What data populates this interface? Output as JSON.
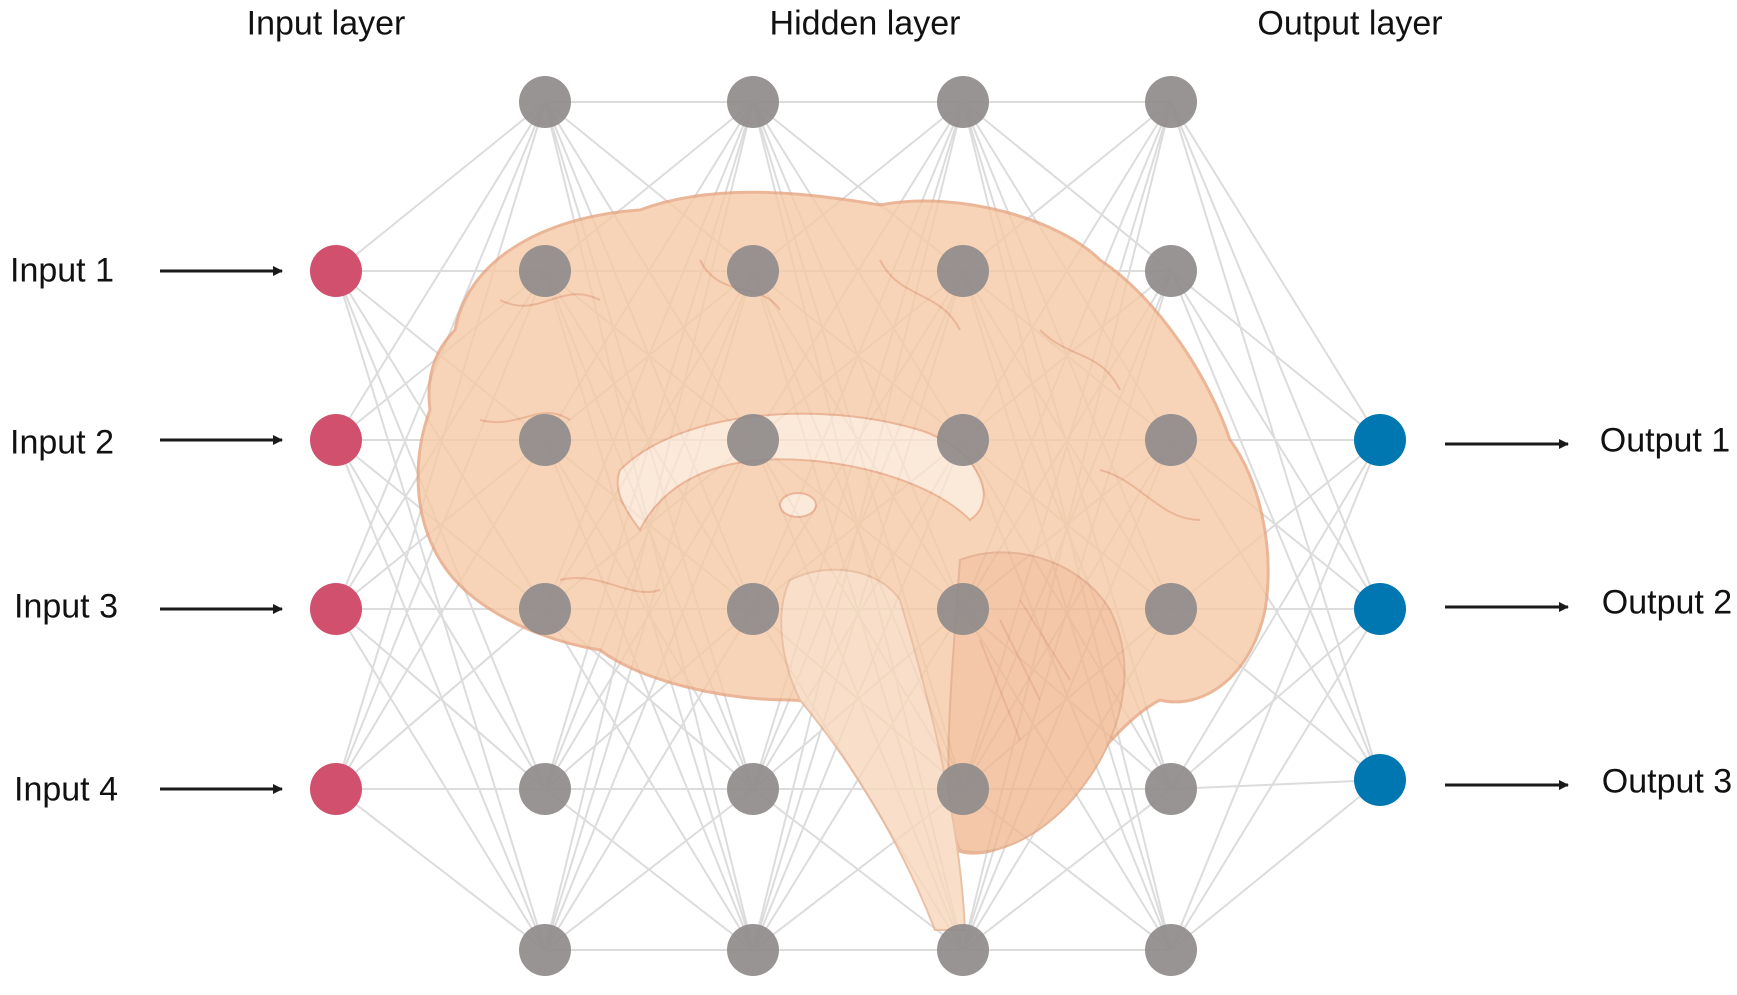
{
  "headers": {
    "input": "Input layer",
    "hidden": "Hidden layer",
    "output": "Output layer"
  },
  "inputs": [
    "Input 1",
    "Input 2",
    "Input 3",
    "Input 4"
  ],
  "outputs": [
    "Output 1",
    "Output 2",
    "Output 3"
  ],
  "network": {
    "input_nodes": 4,
    "hidden_columns": 4,
    "hidden_nodes_per_column": 6,
    "output_nodes": 3
  },
  "colors": {
    "input": "#d0506e",
    "hidden": "#8f8b8b",
    "output": "#0077b0",
    "edge": "#dcdcdc",
    "brain": "#f6c9a3",
    "brain_outline": "#e6a27c",
    "arrow": "#1a1a1a"
  }
}
